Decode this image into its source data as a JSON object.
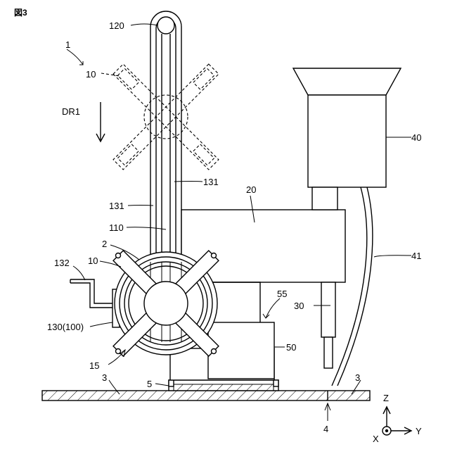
{
  "figure_label": "図3",
  "labels": {
    "l1": "1",
    "l10_top": "10",
    "l120": "120",
    "ldr1": "DR1",
    "l131_right": "131",
    "l131_left": "131",
    "l110": "110",
    "l20": "20",
    "l40": "40",
    "l2": "2",
    "l10_bottom": "10",
    "l132": "132",
    "l130": "130(100)",
    "l15": "15",
    "l55": "55",
    "l30": "30",
    "l50": "50",
    "l41": "41",
    "l5": "5",
    "l3_left": "3",
    "l3_right": "3",
    "l4": "4"
  },
  "axes": {
    "z": "Z",
    "y": "Y",
    "x": "X"
  }
}
